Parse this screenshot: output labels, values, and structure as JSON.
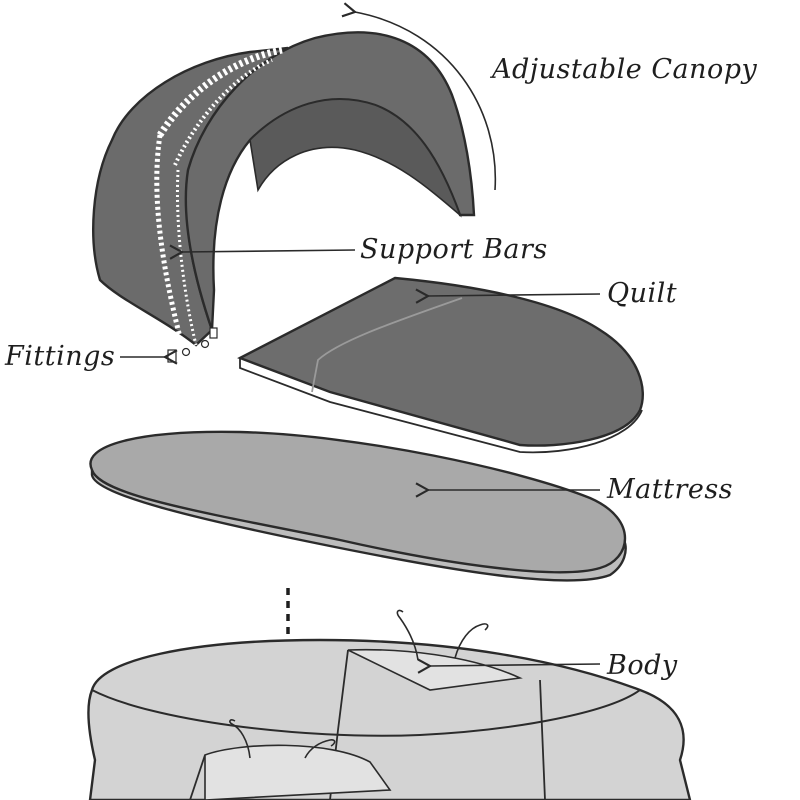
{
  "labels": {
    "canopy": "Adjustable Canopy",
    "support_bars": "Support Bars",
    "quilt": "Quilt",
    "fittings": "Fittings",
    "mattress": "Mattress",
    "body": "Body"
  },
  "colors": {
    "canopy_fill": "#6b6b6b",
    "canopy_inner": "#5e5e5e",
    "quilt_fill": "#6d6d6d",
    "mattress_fill": "#a9a9a9",
    "body_fill": "#d3d3d3",
    "outline": "#2b2b2b"
  }
}
